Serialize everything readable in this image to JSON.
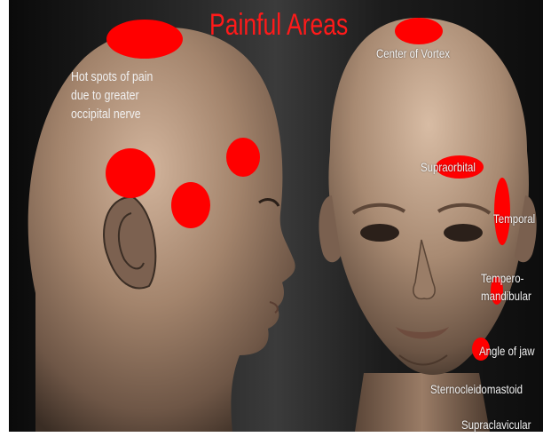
{
  "title": "Painful Areas",
  "occipital_note": {
    "lines": [
      "Hot spots of pain",
      "due to greater",
      "occipital nerve"
    ]
  },
  "labels": {
    "vortex": "Center of Vortex",
    "supraorbital": "Supraorbital",
    "temporal": "Temporal",
    "tempero_line1": "Tempero-",
    "tempero_line2": "mandibular",
    "jaw": "Angle of jaw",
    "scm": "Sternocleidomastoid",
    "supraclavicular": "Supraclavicular"
  },
  "colors": {
    "pain_spot": "#ff0000",
    "title": "#ff1a1a",
    "label_text": "#f2f2f2",
    "skin_light": "#b89a83",
    "skin_dark": "#4a3a2e"
  }
}
